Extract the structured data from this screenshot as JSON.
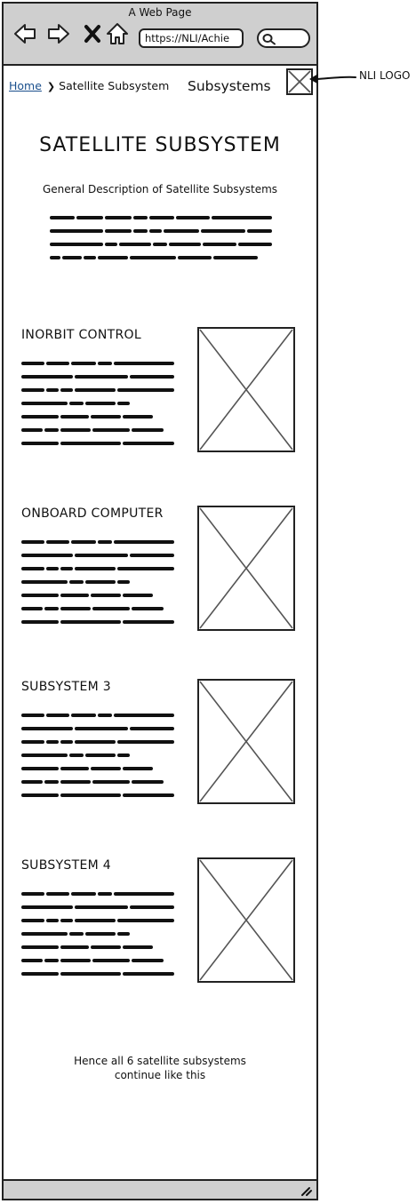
{
  "window": {
    "title": "A Web Page",
    "url": "https://NLI/Achie"
  },
  "icons": {
    "back": "back-arrow-icon",
    "forward": "forward-arrow-icon",
    "stop": "close-icon",
    "home": "home-icon",
    "search": "search-icon",
    "logo": "image-placeholder-icon",
    "resize": "resize-grip-icon"
  },
  "breadcrumb": {
    "home": "Home",
    "separator": "❯",
    "current": "Satellite Subsystem"
  },
  "header": {
    "subsystems_link": "Subsystems"
  },
  "annotation": {
    "logo_label": "NLI LOGO"
  },
  "page": {
    "title": "SATELLITE SUBSYSTEM",
    "subtitle": "General Description of Satellite Subsystems"
  },
  "sections": [
    {
      "title": "INORBIT CONTROL"
    },
    {
      "title": "ONBOARD COMPUTER"
    },
    {
      "title": "SUBSYSTEM 3"
    },
    {
      "title": "SUBSYSTEM 4"
    }
  ],
  "footer": {
    "line1": "Hence all 6 satellite subsystems",
    "line2": "continue like this"
  }
}
